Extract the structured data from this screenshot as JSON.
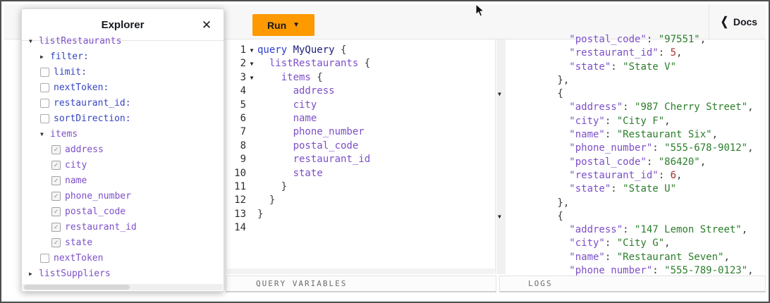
{
  "colors": {
    "accent-orange": "#ff9900",
    "arg-blue": "#3545c4",
    "field-purple": "#7d4fc9",
    "keyword-blue": "#2b3cd6",
    "opname-navy": "#1a1a7a",
    "string-green": "#2b7d2b",
    "number-red": "#a83232",
    "punct-dark": "#3a3a3a"
  },
  "toolbar": {
    "run_label": "Run",
    "run_caret": "▼",
    "docs_label": "Docs",
    "docs_chevron": "❮"
  },
  "explorer": {
    "title": "Explorer",
    "close_icon": "✕",
    "items": [
      {
        "label": "listRestaurants",
        "color": "purple",
        "level": 0,
        "control": "arrow-down",
        "partial": true
      },
      {
        "label": "filter:",
        "color": "blue",
        "level": 1,
        "control": "arrow-right"
      },
      {
        "label": "limit:",
        "color": "blue",
        "level": 1,
        "control": "checkbox",
        "checked": false
      },
      {
        "label": "nextToken:",
        "color": "blue",
        "level": 1,
        "control": "checkbox",
        "checked": false
      },
      {
        "label": "restaurant_id:",
        "color": "blue",
        "level": 1,
        "control": "checkbox",
        "checked": false
      },
      {
        "label": "sortDirection:",
        "color": "blue",
        "level": 1,
        "control": "checkbox",
        "checked": false
      },
      {
        "label": "items",
        "color": "purple",
        "level": 1,
        "control": "arrow-down"
      },
      {
        "label": "address",
        "color": "purple",
        "level": 2,
        "control": "checkbox",
        "checked": true
      },
      {
        "label": "city",
        "color": "purple",
        "level": 2,
        "control": "checkbox",
        "checked": true
      },
      {
        "label": "name",
        "color": "purple",
        "level": 2,
        "control": "checkbox",
        "checked": true
      },
      {
        "label": "phone_number",
        "color": "purple",
        "level": 2,
        "control": "checkbox",
        "checked": true
      },
      {
        "label": "postal_code",
        "color": "purple",
        "level": 2,
        "control": "checkbox",
        "checked": true
      },
      {
        "label": "restaurant_id",
        "color": "purple",
        "level": 2,
        "control": "checkbox",
        "checked": true
      },
      {
        "label": "state",
        "color": "purple",
        "level": 2,
        "control": "checkbox",
        "checked": true
      },
      {
        "label": "nextToken",
        "color": "purple",
        "level": 1,
        "control": "checkbox",
        "checked": false
      },
      {
        "label": "listSuppliers",
        "color": "purple",
        "level": 0,
        "control": "arrow-right"
      }
    ]
  },
  "editor": {
    "lines": [
      {
        "n": "1",
        "fold": true,
        "seg": [
          [
            "kw",
            "query "
          ],
          [
            "op",
            "MyQuery "
          ],
          [
            "pun",
            "{"
          ]
        ]
      },
      {
        "n": "2",
        "fold": true,
        "seg": [
          [
            "pln",
            "  "
          ],
          [
            "fld",
            "listRestaurants "
          ],
          [
            "pun",
            "{"
          ]
        ]
      },
      {
        "n": "3",
        "fold": true,
        "seg": [
          [
            "pln",
            "    "
          ],
          [
            "fld",
            "items "
          ],
          [
            "pun",
            "{"
          ]
        ]
      },
      {
        "n": "4",
        "seg": [
          [
            "pln",
            "      "
          ],
          [
            "fld",
            "address"
          ]
        ]
      },
      {
        "n": "5",
        "seg": [
          [
            "pln",
            "      "
          ],
          [
            "fld",
            "city"
          ]
        ]
      },
      {
        "n": "6",
        "seg": [
          [
            "pln",
            "      "
          ],
          [
            "fld",
            "name"
          ]
        ]
      },
      {
        "n": "7",
        "seg": [
          [
            "pln",
            "      "
          ],
          [
            "fld",
            "phone_number"
          ]
        ]
      },
      {
        "n": "8",
        "seg": [
          [
            "pln",
            "      "
          ],
          [
            "fld",
            "postal_code"
          ]
        ]
      },
      {
        "n": "9",
        "seg": [
          [
            "pln",
            "      "
          ],
          [
            "fld",
            "restaurant_id"
          ]
        ]
      },
      {
        "n": "10",
        "seg": [
          [
            "pln",
            "      "
          ],
          [
            "fld",
            "state"
          ]
        ]
      },
      {
        "n": "11",
        "seg": [
          [
            "pun",
            "    }"
          ]
        ]
      },
      {
        "n": "12",
        "seg": [
          [
            "pun",
            "  }"
          ]
        ]
      },
      {
        "n": "13",
        "seg": [
          [
            "pun",
            "}"
          ]
        ]
      },
      {
        "n": "14",
        "seg": []
      }
    ]
  },
  "results": {
    "lines": [
      {
        "partial": "top",
        "seg": [
          [
            "key",
            "          \"postal_code\""
          ],
          [
            "pun",
            ": "
          ],
          [
            "str",
            "\"97551\""
          ],
          [
            "pun",
            ","
          ]
        ]
      },
      {
        "seg": [
          [
            "key",
            "          \"restaurant_id\""
          ],
          [
            "pun",
            ": "
          ],
          [
            "num",
            "5"
          ],
          [
            "pun",
            ","
          ]
        ]
      },
      {
        "seg": [
          [
            "key",
            "          \"state\""
          ],
          [
            "pun",
            ": "
          ],
          [
            "str",
            "\"State V\""
          ]
        ]
      },
      {
        "seg": [
          [
            "pun",
            "        },"
          ]
        ]
      },
      {
        "fold": true,
        "seg": [
          [
            "pun",
            "        {"
          ]
        ]
      },
      {
        "seg": [
          [
            "key",
            "          \"address\""
          ],
          [
            "pun",
            ": "
          ],
          [
            "str",
            "\"987 Cherry Street\""
          ],
          [
            "pun",
            ","
          ]
        ]
      },
      {
        "seg": [
          [
            "key",
            "          \"city\""
          ],
          [
            "pun",
            ": "
          ],
          [
            "str",
            "\"City F\""
          ],
          [
            "pun",
            ","
          ]
        ]
      },
      {
        "seg": [
          [
            "key",
            "          \"name\""
          ],
          [
            "pun",
            ": "
          ],
          [
            "str",
            "\"Restaurant Six\""
          ],
          [
            "pun",
            ","
          ]
        ]
      },
      {
        "seg": [
          [
            "key",
            "          \"phone_number\""
          ],
          [
            "pun",
            ": "
          ],
          [
            "str",
            "\"555-678-9012\""
          ],
          [
            "pun",
            ","
          ]
        ]
      },
      {
        "seg": [
          [
            "key",
            "          \"postal_code\""
          ],
          [
            "pun",
            ": "
          ],
          [
            "str",
            "\"86420\""
          ],
          [
            "pun",
            ","
          ]
        ]
      },
      {
        "seg": [
          [
            "key",
            "          \"restaurant_id\""
          ],
          [
            "pun",
            ": "
          ],
          [
            "num",
            "6"
          ],
          [
            "pun",
            ","
          ]
        ]
      },
      {
        "seg": [
          [
            "key",
            "          \"state\""
          ],
          [
            "pun",
            ": "
          ],
          [
            "str",
            "\"State U\""
          ]
        ]
      },
      {
        "seg": [
          [
            "pun",
            "        },"
          ]
        ]
      },
      {
        "fold": true,
        "seg": [
          [
            "pun",
            "        {"
          ]
        ]
      },
      {
        "seg": [
          [
            "key",
            "          \"address\""
          ],
          [
            "pun",
            ": "
          ],
          [
            "str",
            "\"147 Lemon Street\""
          ],
          [
            "pun",
            ","
          ]
        ]
      },
      {
        "seg": [
          [
            "key",
            "          \"city\""
          ],
          [
            "pun",
            ": "
          ],
          [
            "str",
            "\"City G\""
          ],
          [
            "pun",
            ","
          ]
        ]
      },
      {
        "seg": [
          [
            "key",
            "          \"name\""
          ],
          [
            "pun",
            ": "
          ],
          [
            "str",
            "\"Restaurant Seven\""
          ],
          [
            "pun",
            ","
          ]
        ]
      },
      {
        "partial": "bottom",
        "seg": [
          [
            "key",
            "          \"phone_number\""
          ],
          [
            "pun",
            ": "
          ],
          [
            "str",
            "\"555-789-0123\""
          ],
          [
            "pun",
            ","
          ]
        ]
      }
    ]
  },
  "panels": {
    "query_variables": "QUERY VARIABLES",
    "logs": "LOGS"
  }
}
